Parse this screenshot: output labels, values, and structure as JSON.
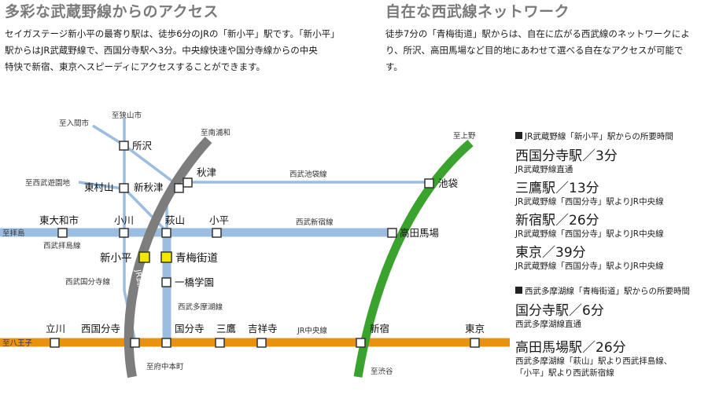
{
  "left": {
    "title": "多彩な武蔵野線からのアクセス",
    "lines": [
      "セイガステージ新小平の最寄り駅は、徒歩6分のJRの「新小平」駅です。「新小平」",
      "駅からはJR武蔵野線で、西国分寺駅へ3分。中央線快速や国分寺線からの中央",
      "特快で新宿、東京へスピーディにアクセスすることができます。"
    ]
  },
  "right": {
    "title": "自在な西武線ネットワーク",
    "lines": [
      "徒歩7分の「青梅街道」駅からは、自在に広がる西武線のネットワークによ",
      "り、所沢、高田馬場など目的地にあわせて選べる自在なアクセスが可能で",
      "す。"
    ]
  },
  "map": {
    "colors": {
      "jr_musashino": "#7d7d7d",
      "seibu": "#9bbde0",
      "jr_chuo": "#e8920e",
      "yamanote": "#3aa32e",
      "highlight": "#f3e600"
    },
    "stations": {
      "tokorozawa": "所沢",
      "higashimurayama": "東村山",
      "shinakitsu": "新秋津",
      "akitsu": "秋津",
      "ikebukuro": "池袋",
      "higashiyamato": "東大和市",
      "ogawa": "小川",
      "hagiyama": "萩山",
      "kodaira": "小平",
      "takadanobaba": "高田馬場",
      "shinkodaira": "新小平",
      "omekaido": "青梅街道",
      "hitotsubashi": "一橋学園",
      "tachikawa": "立川",
      "nishikokubunji": "西国分寺",
      "kokubunji": "国分寺",
      "mitaka": "三鷹",
      "kichijoji": "吉祥寺",
      "shinjuku": "新宿",
      "tokyo": "東京"
    },
    "directions": {
      "iruma": "至入間市",
      "sayama": "至狭山市",
      "minamiurawa": "至南浦和",
      "seibuyuenchi": "至西武遊園地",
      "haijima": "至拝島",
      "hachioji": "至八王子",
      "fuchu": "至府中本町",
      "ueno": "至上野",
      "shibuya": "至渋谷"
    },
    "lines": {
      "ikebukuro": "西武池袋線",
      "shinjuku": "西武新宿線",
      "haijima": "西武拝島線",
      "kokubunji": "西武国分寺線",
      "tamako": "西武多摩湖線",
      "chuo": "JR中央線",
      "musashino": "JR武蔵野線"
    }
  },
  "info": {
    "jr": {
      "header": "JR武蔵野線「新小平」駅からの所要時間",
      "items": [
        {
          "dest": "西国分寺駅／3分",
          "route": [
            "JR武蔵野線直通"
          ]
        },
        {
          "dest": "三鷹駅／13分",
          "route": [
            "JR武蔵野線「西国分寺」駅よりJR中央線"
          ]
        },
        {
          "dest": "新宿駅／26分",
          "route": [
            "JR武蔵野線「西国分寺」駅よりJR中央線"
          ]
        },
        {
          "dest": "東京／39分",
          "route": [
            "JR武蔵野線「西国分寺」駅よりJR中央線"
          ]
        }
      ]
    },
    "seibu": {
      "header": "西武多摩湖線「青梅街道」駅からの所要時間",
      "items": [
        {
          "dest": "国分寺駅／6分",
          "route": [
            "西武多摩湖線直通"
          ]
        },
        {
          "dest": "高田馬場駅／26分",
          "route": [
            "西武多摩湖線「萩山」駅より西武拝島線、",
            "「小平」駅より西武新宿線"
          ]
        }
      ]
    }
  }
}
